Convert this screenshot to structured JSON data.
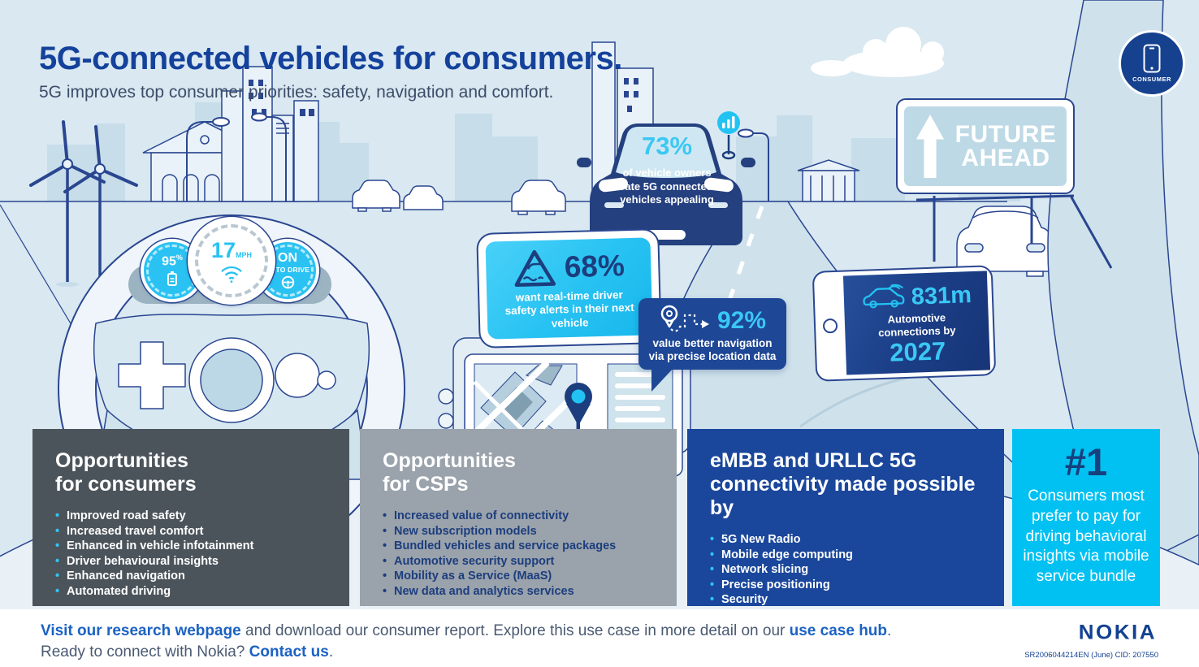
{
  "header": {
    "title": "5G-connected vehicles for consumers.",
    "subtitle": "5G improves top consumer priorities: safety, navigation and comfort.",
    "badge": "CONSUMER"
  },
  "scene": {
    "billboard": {
      "line1": "FUTURE",
      "line2": "AHEAD"
    },
    "dashboard": {
      "battery_value": "95",
      "battery_unit": "%",
      "speed_value": "17",
      "speed_unit": "MPH",
      "autodrive_line1": "ON",
      "autodrive_line2": "AUTO DRIVE"
    },
    "stats": {
      "owners": {
        "value": "73%",
        "caption": "of vehicle owners rate 5G connected vehicles appealing"
      },
      "safety": {
        "value": "68%",
        "caption": "want real-time driver safety alerts in their next vehicle"
      },
      "navigation": {
        "value": "92%",
        "caption": "value better navigation via precise location data"
      },
      "connections": {
        "value": "831m",
        "caption": "Automotive connections by",
        "year": "2027"
      }
    }
  },
  "panels": {
    "consumers": {
      "title": "Opportunities\nfor consumers",
      "items": [
        "Improved road safety",
        "Increased travel comfort",
        "Enhanced in vehicle infotainment",
        "Driver behavioural insights",
        "Enhanced navigation",
        "Automated driving"
      ]
    },
    "csps": {
      "title": "Opportunities\nfor CSPs",
      "items": [
        "Increased value of connectivity",
        "New subscription models",
        "Bundled vehicles and service packages",
        "Automotive security support",
        "Mobility as a Service (MaaS)",
        "New data and analytics services"
      ]
    },
    "technology": {
      "title": "eMBB and URLLC 5G\nconnectivity made possible by",
      "items": [
        "5G New Radio",
        "Mobile edge computing",
        "Network slicing",
        "Precise positioning",
        "Security"
      ]
    },
    "highlight": {
      "rank": "#1",
      "text": "Consumers most prefer to pay for driving behavioral insights via mobile service bundle"
    }
  },
  "footer": {
    "line1": {
      "link1": "Visit our research webpage",
      "middle": " and download our consumer report. Explore this use case in more detail on our ",
      "link2": "use case hub",
      "end": "."
    },
    "line2": {
      "text": "Ready to connect with Nokia? ",
      "link": "Contact us",
      "end": "."
    },
    "logo": "NOKIA",
    "doc_id": "SR2006044214EN (June) CID: 207550"
  },
  "colors": {
    "nokia_blue": "#124191",
    "accent_cyan": "#00c1f2",
    "dark_navy": "#1c3e7e",
    "panel_dark_gray": "#4c545b",
    "panel_gray": "#9aa2ab",
    "panel_blue": "#1a479b",
    "panel_cyan": "#00c1f2",
    "background": "#d9e8f1"
  }
}
